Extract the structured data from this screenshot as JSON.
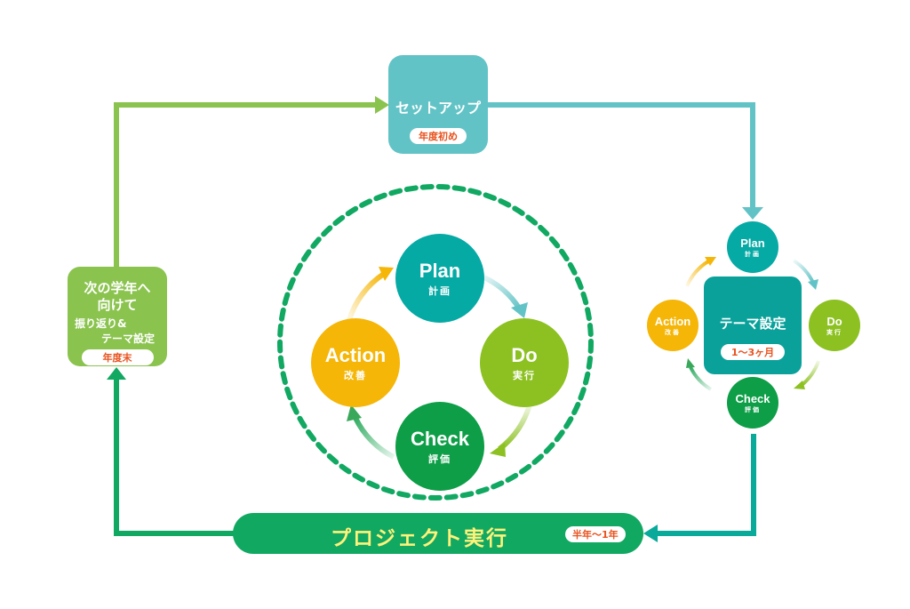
{
  "colors": {
    "setup": "#62c3c6",
    "next_year": "#8bc34f",
    "project": "#11a862",
    "project_text": "#fff27a",
    "pill_text": "#e8531f",
    "plan": "#05aaa5",
    "do": "#8cc121",
    "check": "#0d9e47",
    "action": "#f5b608",
    "theme": "#0aa19b",
    "dashed_circle": "#11a862",
    "arrow_green": "#8bc34f",
    "arrow_teal": "#62c3c6",
    "arrow_dark_green": "#11a862",
    "arrow_dark_teal": "#0aaa9a"
  },
  "setup": {
    "title": "セットアップ",
    "badge": "年度初め"
  },
  "next_year": {
    "title_line1": "次の学年へ",
    "title_line2": "向けて",
    "sub_line1": "振り返り&",
    "sub_line2": "テーマ設定",
    "badge": "年度末"
  },
  "project": {
    "title": "プロジェクト実行",
    "badge": "半年～1年"
  },
  "pdca_main": {
    "plan": {
      "en": "Plan",
      "jp": "計画"
    },
    "do": {
      "en": "Do",
      "jp": "実行"
    },
    "check": {
      "en": "Check",
      "jp": "評価"
    },
    "action": {
      "en": "Action",
      "jp": "改善"
    }
  },
  "pdca_small": {
    "center_title": "テーマ設定",
    "center_badge": "1～3ヶ月",
    "plan": {
      "en": "Plan",
      "jp": "計画"
    },
    "do": {
      "en": "Do",
      "jp": "実行"
    },
    "check": {
      "en": "Check",
      "jp": "評価"
    },
    "action": {
      "en": "Action",
      "jp": "改善"
    }
  }
}
